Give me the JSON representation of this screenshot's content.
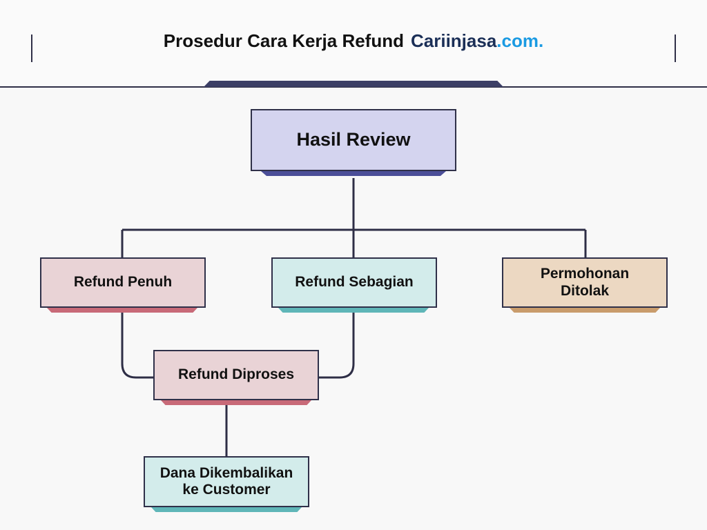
{
  "header": {
    "title": "Prosedur Cara Kerja Refund",
    "brand_main": "Cariinjasa",
    "brand_suffix": ".com."
  },
  "nodes": {
    "review": "Hasil Review",
    "full": "Refund Penuh",
    "partial": "Refund Sebagian",
    "rejected": "Permohonan Ditolak",
    "processed": "Refund Diproses",
    "returned": "Dana Dikembalikan ke Customer"
  },
  "colors": {
    "line": "#2e2e46",
    "review_fill": "#d4d4ef",
    "review_accent": "#4b4e98",
    "pink_fill": "#e9d3d6",
    "pink_accent": "#c86a78",
    "teal_fill": "#d3eceb",
    "teal_accent": "#5fb6b8",
    "tan_fill": "#ecd8c2",
    "tan_accent": "#c99c6c",
    "brand_dark": "#1b2f57",
    "brand_blue": "#1a9ae2"
  }
}
